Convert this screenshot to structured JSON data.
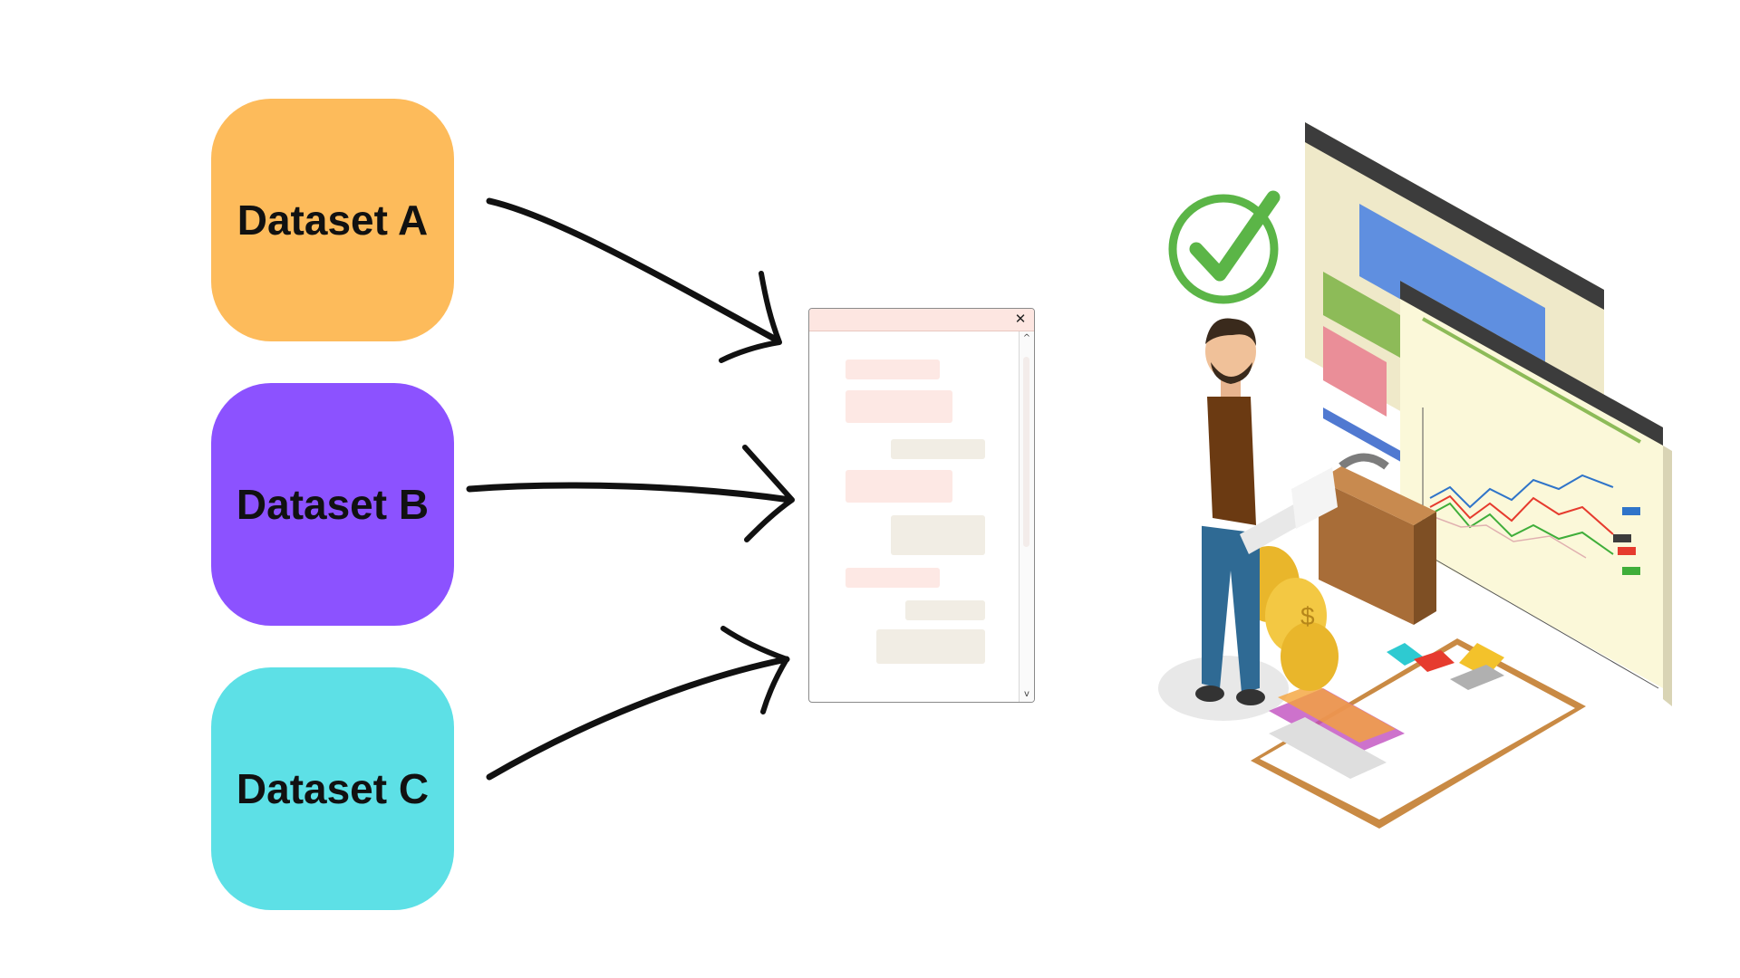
{
  "datasets": [
    {
      "label": "Dataset A",
      "color": "#fdbb5b"
    },
    {
      "label": "Dataset B",
      "color": "#8c52ff"
    },
    {
      "label": "Dataset C",
      "color": "#5de0e6"
    }
  ],
  "chat_window": {
    "titlebar_color": "#fde6e1",
    "close_icon": "close-icon",
    "scroll_icons": [
      "chevron-up-icon",
      "chevron-down-icon"
    ]
  },
  "illustration": {
    "subject": "businessman-with-laptop",
    "icons": [
      "checkmark-icon",
      "browser-window-icon",
      "line-chart-icon",
      "briefcase-icon",
      "coins-icon",
      "clipboard-report-icon"
    ],
    "colors": {
      "check": "#5bb547",
      "chart_red": "#e63b2e",
      "chart_green": "#3fae3a",
      "chart_blue": "#2f74c9"
    }
  }
}
